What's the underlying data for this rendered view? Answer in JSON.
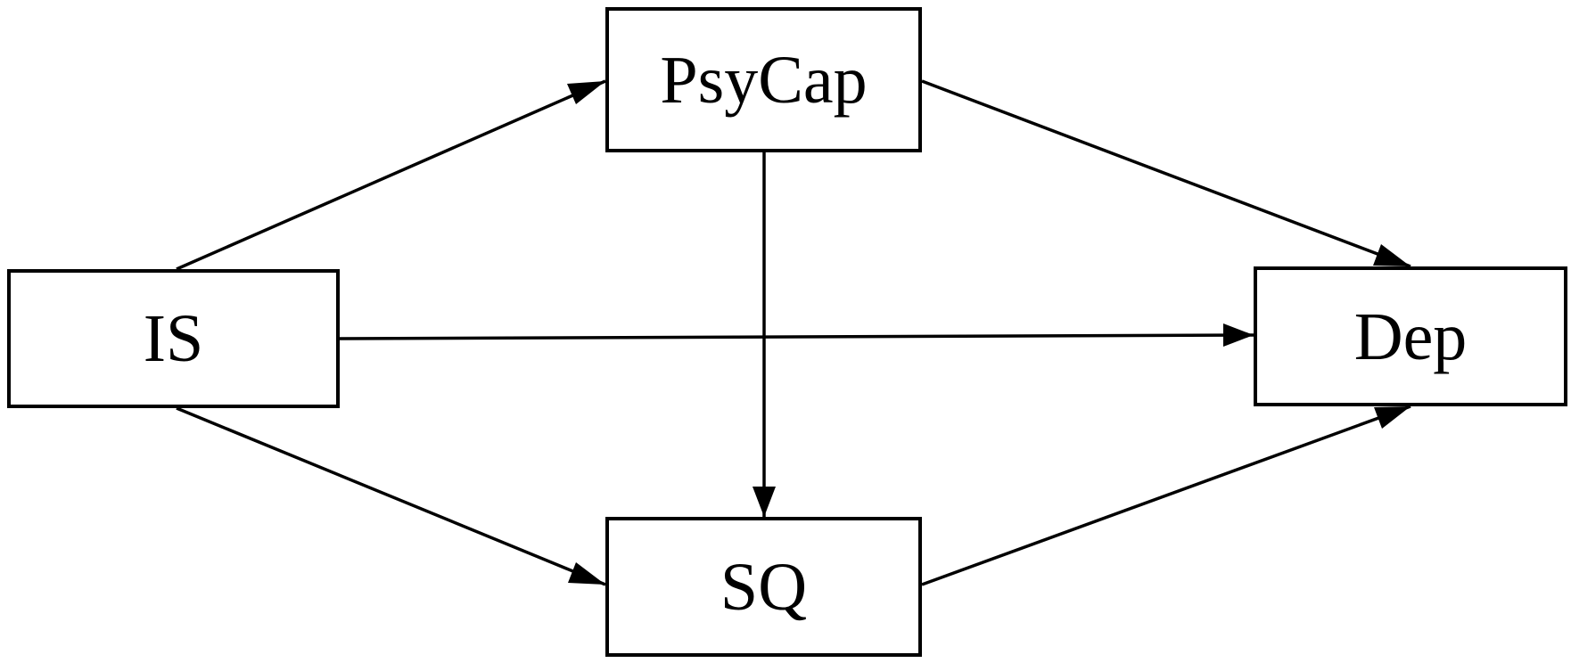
{
  "nodes": {
    "is": {
      "label": "IS"
    },
    "psycap": {
      "label": "PsyCap"
    },
    "sq": {
      "label": "SQ"
    },
    "dep": {
      "label": "Dep"
    }
  },
  "edges": [
    {
      "from": "IS",
      "to": "PsyCap"
    },
    {
      "from": "IS",
      "to": "SQ"
    },
    {
      "from": "IS",
      "to": "Dep"
    },
    {
      "from": "PsyCap",
      "to": "SQ"
    },
    {
      "from": "PsyCap",
      "to": "Dep"
    },
    {
      "from": "SQ",
      "to": "Dep"
    }
  ],
  "colors": {
    "stroke": "#000000",
    "background": "#ffffff"
  }
}
